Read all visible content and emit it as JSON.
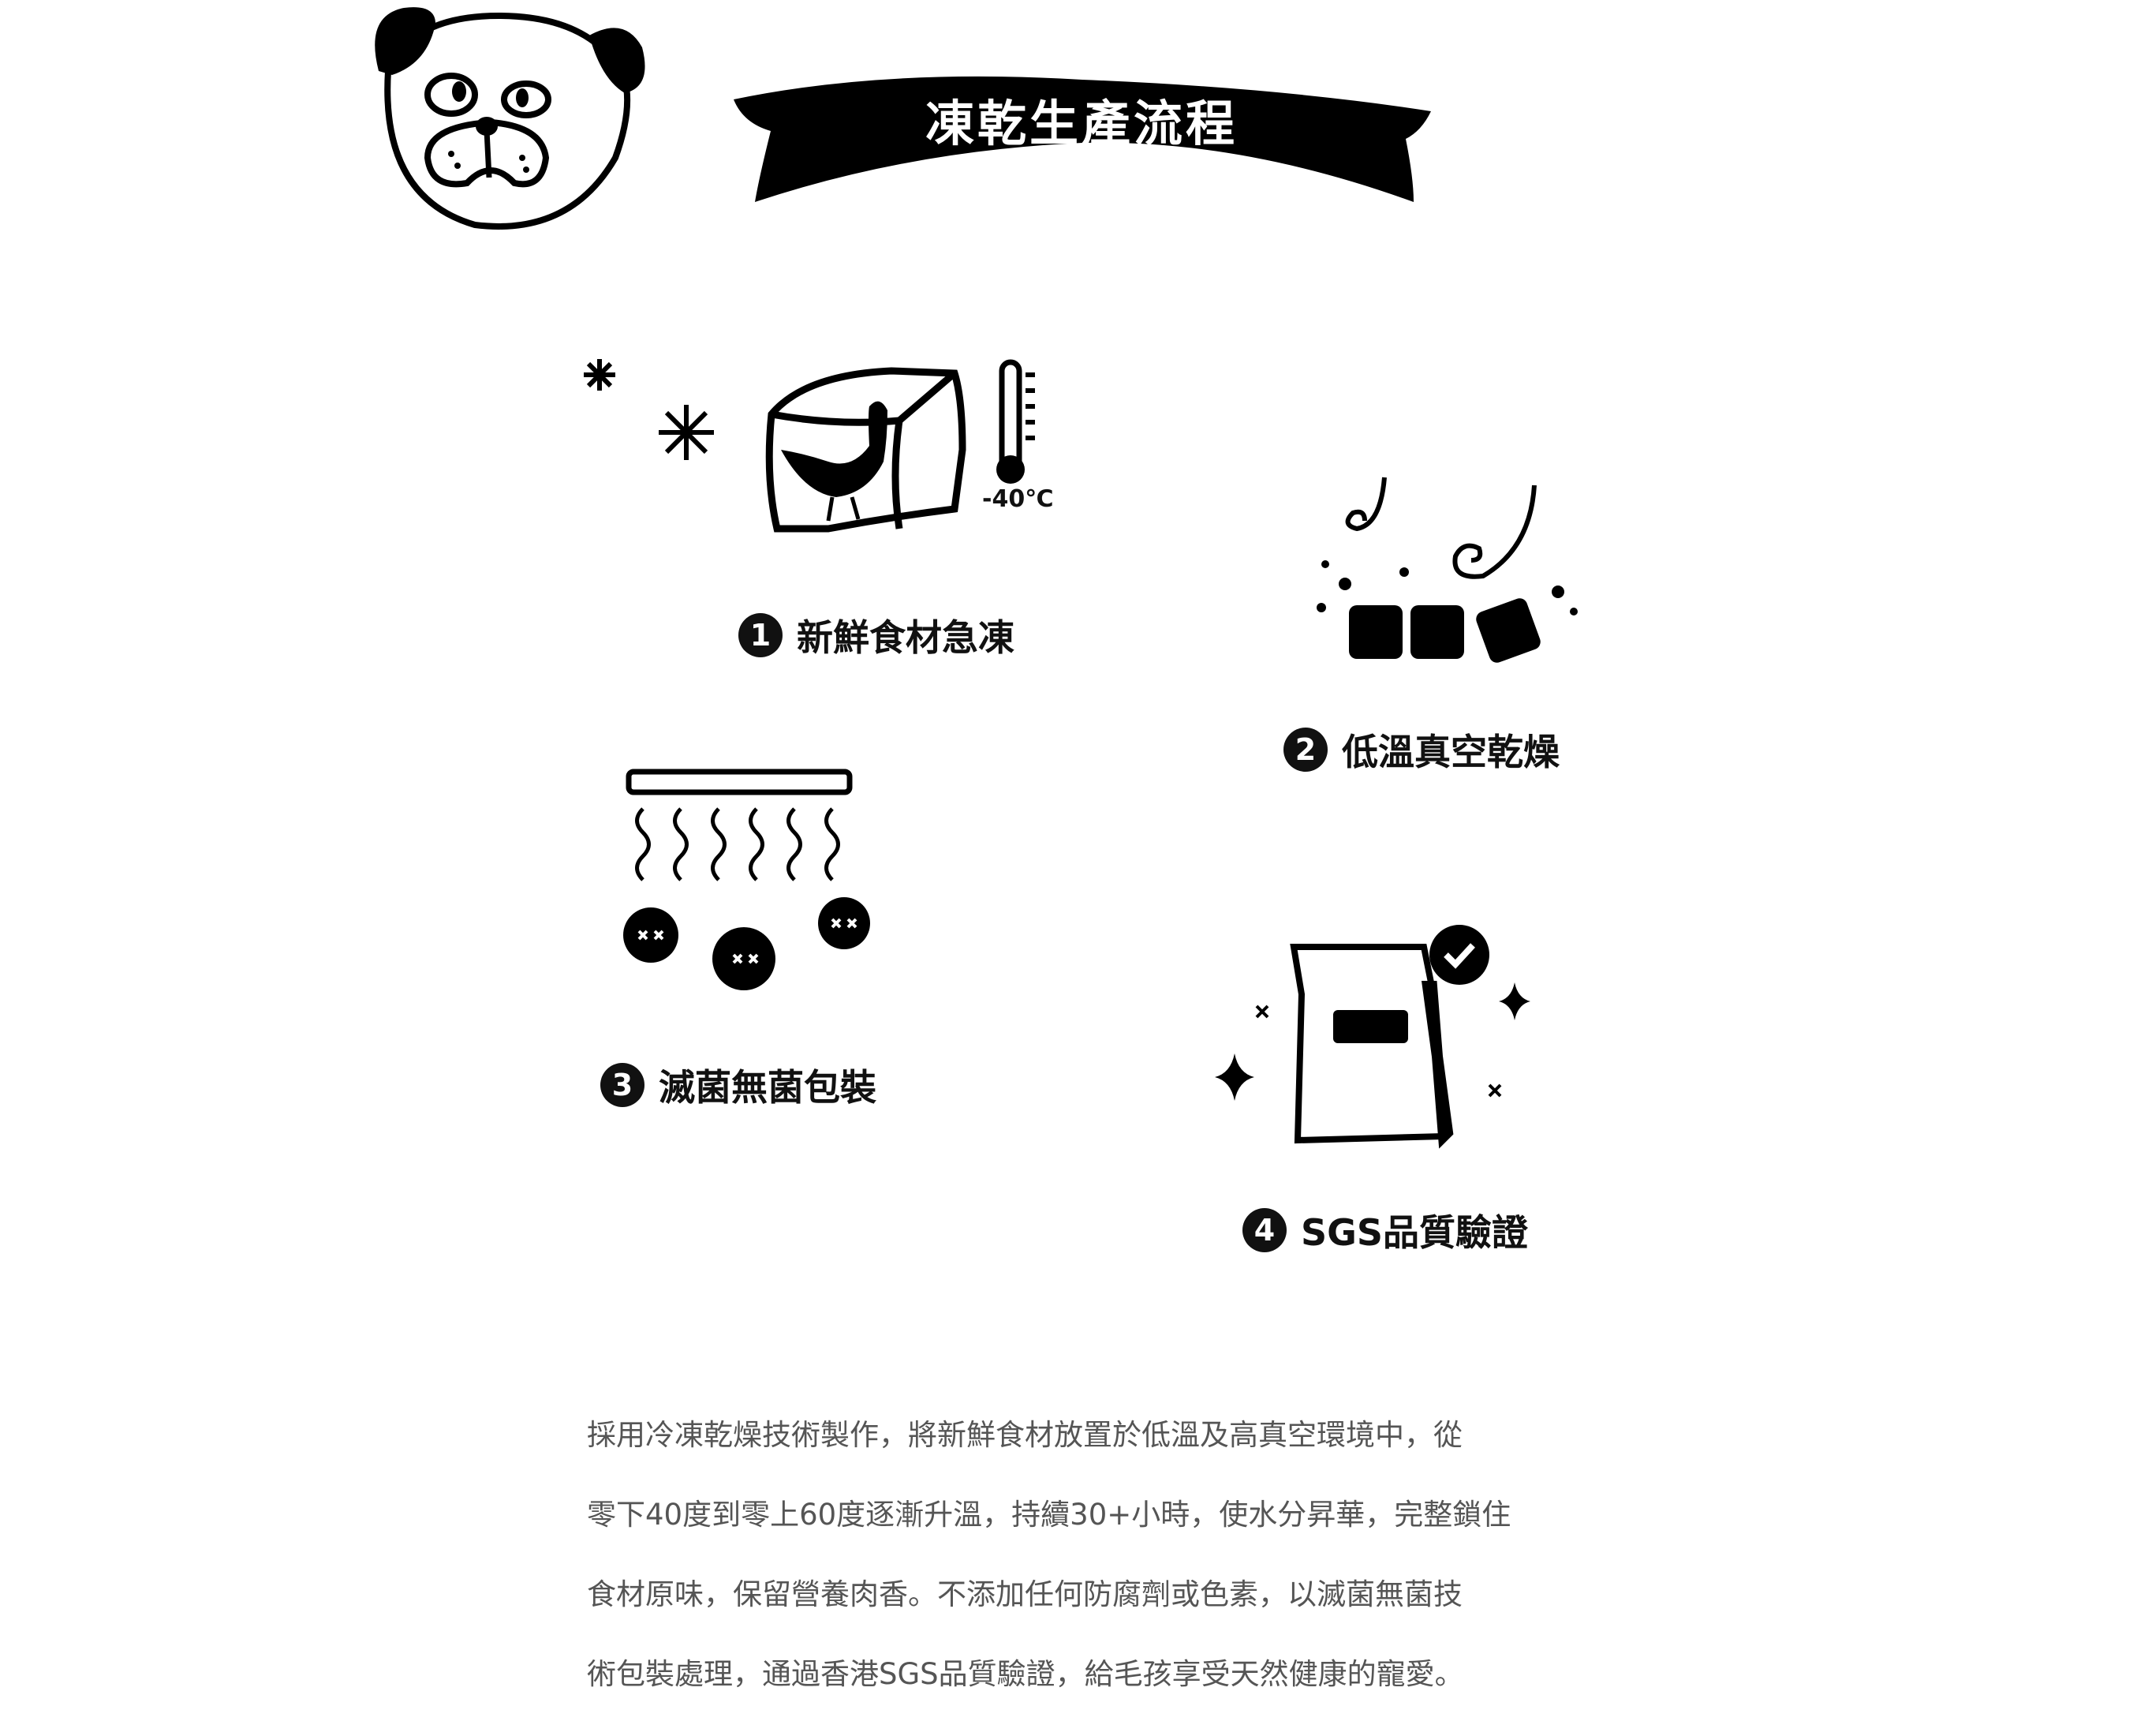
{
  "header": {
    "title": "凍乾生產流程"
  },
  "steps": [
    {
      "number": "1",
      "label": "新鮮食材急凍",
      "temperature": "-40℃"
    },
    {
      "number": "2",
      "label": "低溫真空乾燥"
    },
    {
      "number": "3",
      "label": "滅菌無菌包裝"
    },
    {
      "number": "4",
      "label": "SGS品質驗證"
    }
  ],
  "description": {
    "lines": [
      "採用冷凍乾燥技術製作，將新鮮食材放置於低溫及高真空環境中，從",
      "零下40度到零上60度逐漸升溫，持續30+小時，使水分昇華，完整鎖住",
      "食材原味，保留營養肉香。不添加任何防腐劑或色素，以滅菌無菌技",
      "術包裝處理，通過香港SGS品質驗證，給毛孩享受天然健康的寵愛。"
    ]
  }
}
